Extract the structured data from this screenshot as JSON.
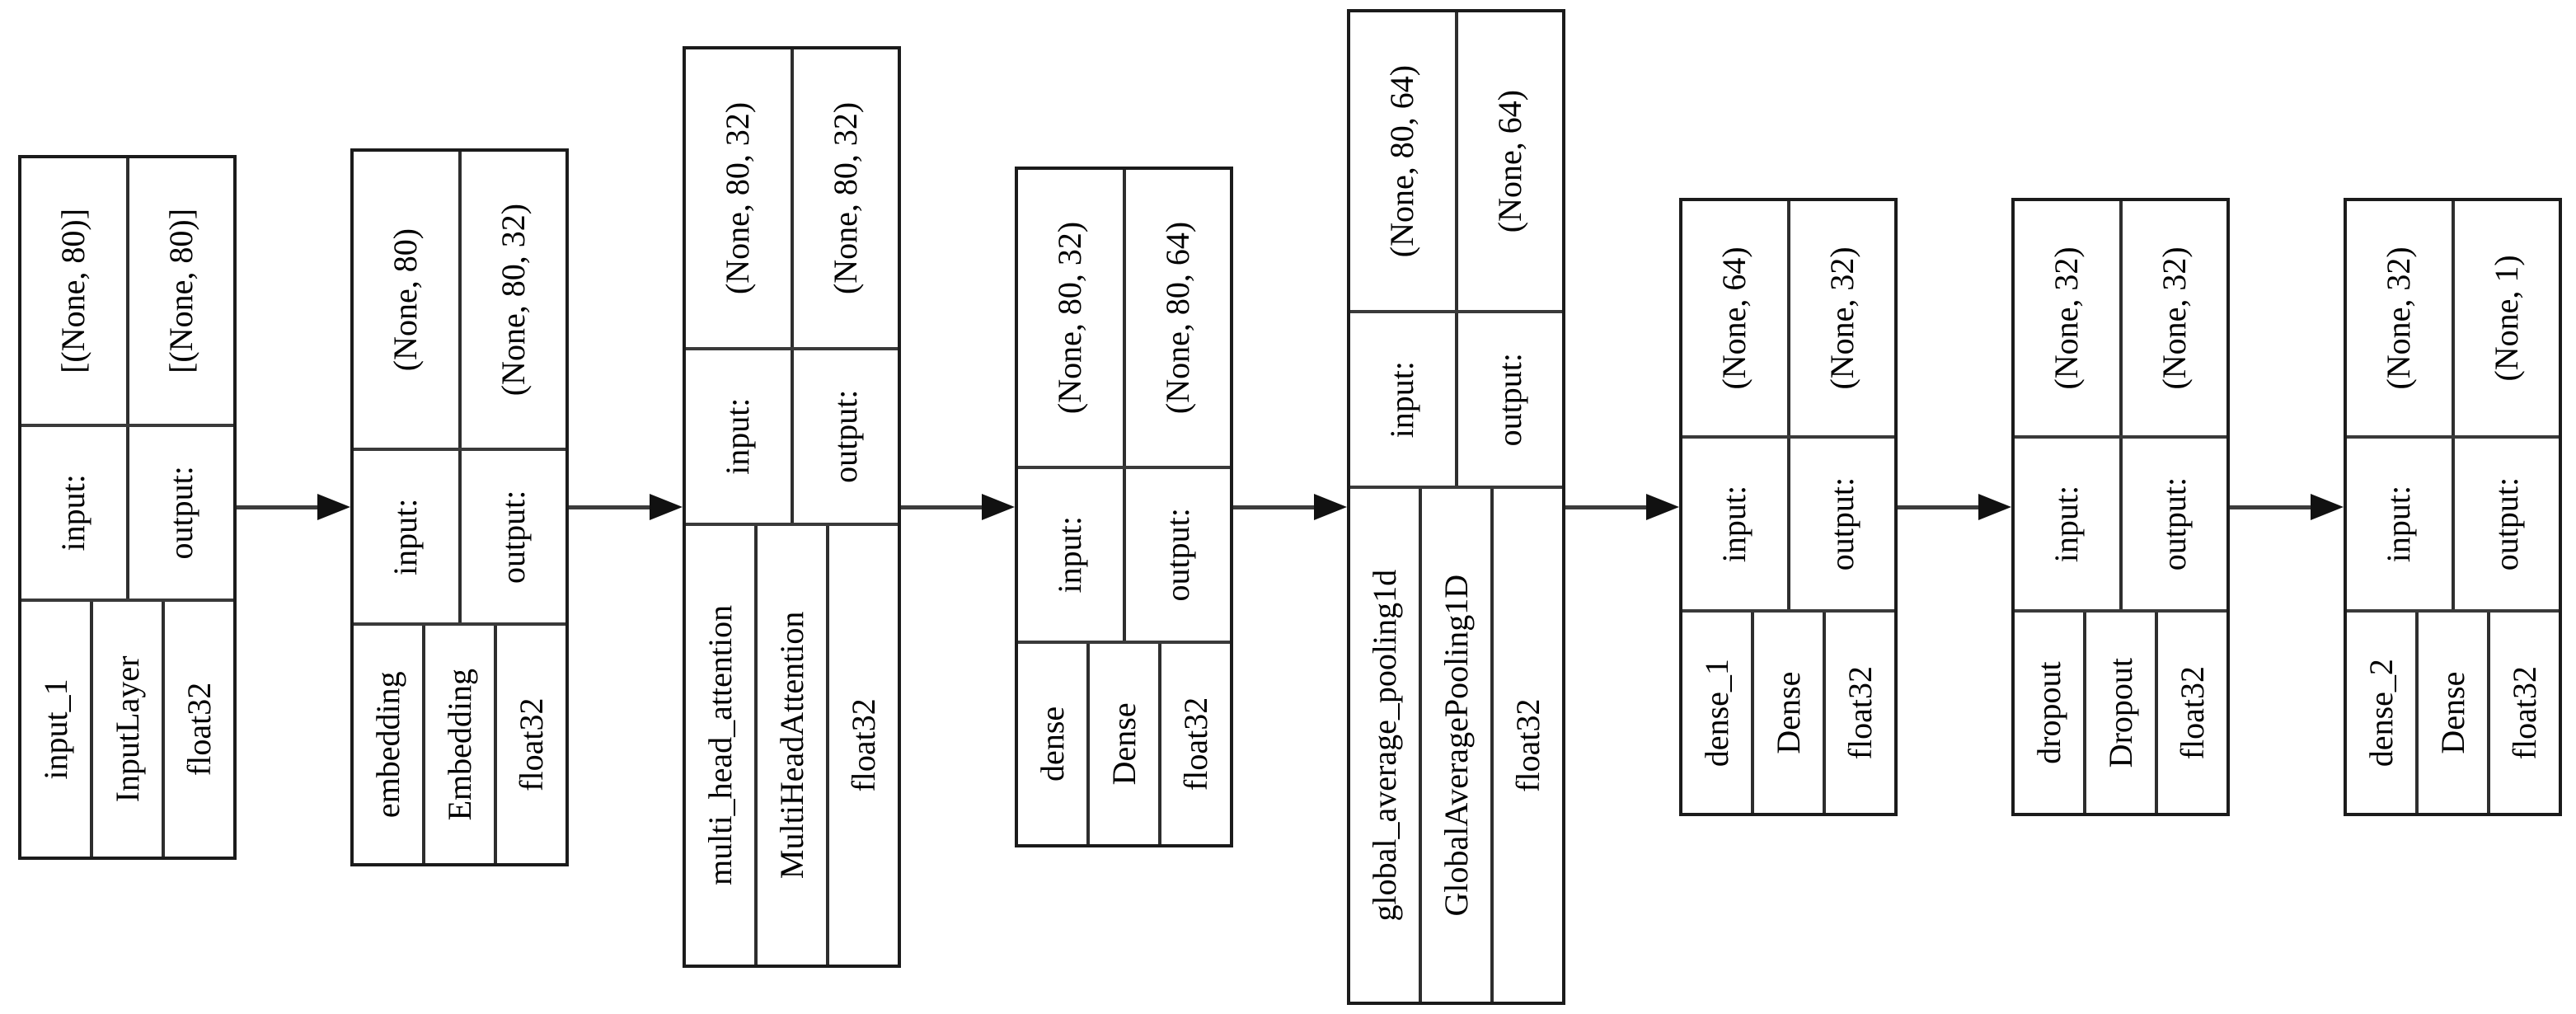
{
  "diagram": {
    "kind": "keras-model-plot",
    "background_color": "#ffffff",
    "border_color": "#1b1b1b",
    "divider_color": "#2e2e2e",
    "arrow_color": "#3c3c3c",
    "arrowhead_color": "#111111",
    "text_color": "#000000",
    "io_labels": {
      "input": "input:",
      "output": "output:"
    },
    "layers": [
      {
        "name": "input_1",
        "type": "InputLayer",
        "dtype": "float32",
        "input": "[(None, 80)]",
        "output": "[(None, 80)]"
      },
      {
        "name": "embedding",
        "type": "Embedding",
        "dtype": "float32",
        "input": "(None, 80)",
        "output": "(None, 80, 32)"
      },
      {
        "name": "multi_head_attention",
        "type": "MultiHeadAttention",
        "dtype": "float32",
        "input": "(None, 80, 32)",
        "output": "(None, 80, 32)"
      },
      {
        "name": "dense",
        "type": "Dense",
        "dtype": "float32",
        "input": "(None, 80, 32)",
        "output": "(None, 80, 64)"
      },
      {
        "name": "global_average_pooling1d",
        "type": "GlobalAveragePooling1D",
        "dtype": "float32",
        "input": "(None, 80, 64)",
        "output": "(None, 64)"
      },
      {
        "name": "dense_1",
        "type": "Dense",
        "dtype": "float32",
        "input": "(None, 64)",
        "output": "(None, 32)"
      },
      {
        "name": "dropout",
        "type": "Dropout",
        "dtype": "float32",
        "input": "(None, 32)",
        "output": "(None, 32)"
      },
      {
        "name": "dense_2",
        "type": "Dense",
        "dtype": "float32",
        "input": "(None, 32)",
        "output": "(None, 1)"
      }
    ],
    "flow": "left-to-right, sequential arrows between consecutive layers"
  }
}
